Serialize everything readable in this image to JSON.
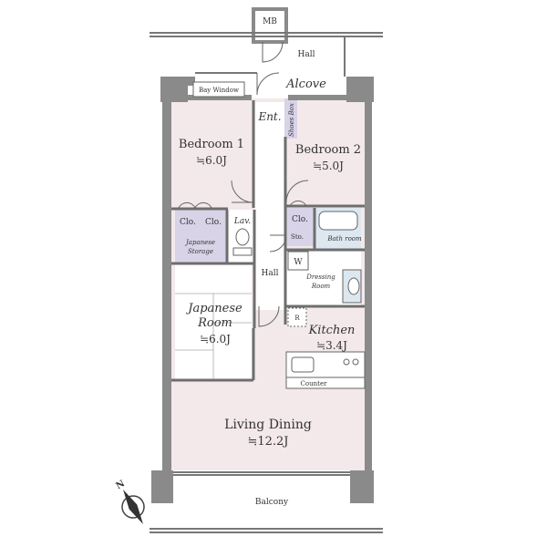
{
  "rooms": {
    "mb": "MB",
    "hall_top": "Hall",
    "alcove": "Alcove",
    "bay_window": "Bay Window",
    "entrance": "Ent.",
    "shoes_box": "Shoes Box",
    "bedroom1": {
      "name": "Bedroom 1",
      "size": "≒6.0J"
    },
    "bedroom2": {
      "name": "Bedroom 2",
      "size": "≒5.0J"
    },
    "clo_a": "Clo.",
    "clo_b": "Clo.",
    "clo_c": "Clo.",
    "lav": "Lav.",
    "japanese_storage": [
      "Japanese",
      "Storage"
    ],
    "sto": "Sto.",
    "bathroom": "Bath room",
    "w": "W",
    "dressing_room": [
      "Dressing",
      "Room"
    ],
    "hall_mid": "Hall",
    "japanese_room": {
      "name": [
        "Japanese",
        "Room"
      ],
      "size": "≒6.0J"
    },
    "r": "R",
    "kitchen": {
      "name": "Kitchen",
      "size": "≒3.4J"
    },
    "counter": "Counter",
    "living_dining": {
      "name": "Living Dining",
      "size": "≒12.2J"
    },
    "balcony": "Balcony"
  },
  "compass": {
    "label": "N"
  },
  "colors": {
    "wall": "#8a8a8a",
    "wall_dark": "#6e6e6e",
    "floor_pink": "#f3e9ea",
    "closet_lavender": "#d9d3e8",
    "bath_blue": "#dde7f0",
    "line": "#555555"
  }
}
